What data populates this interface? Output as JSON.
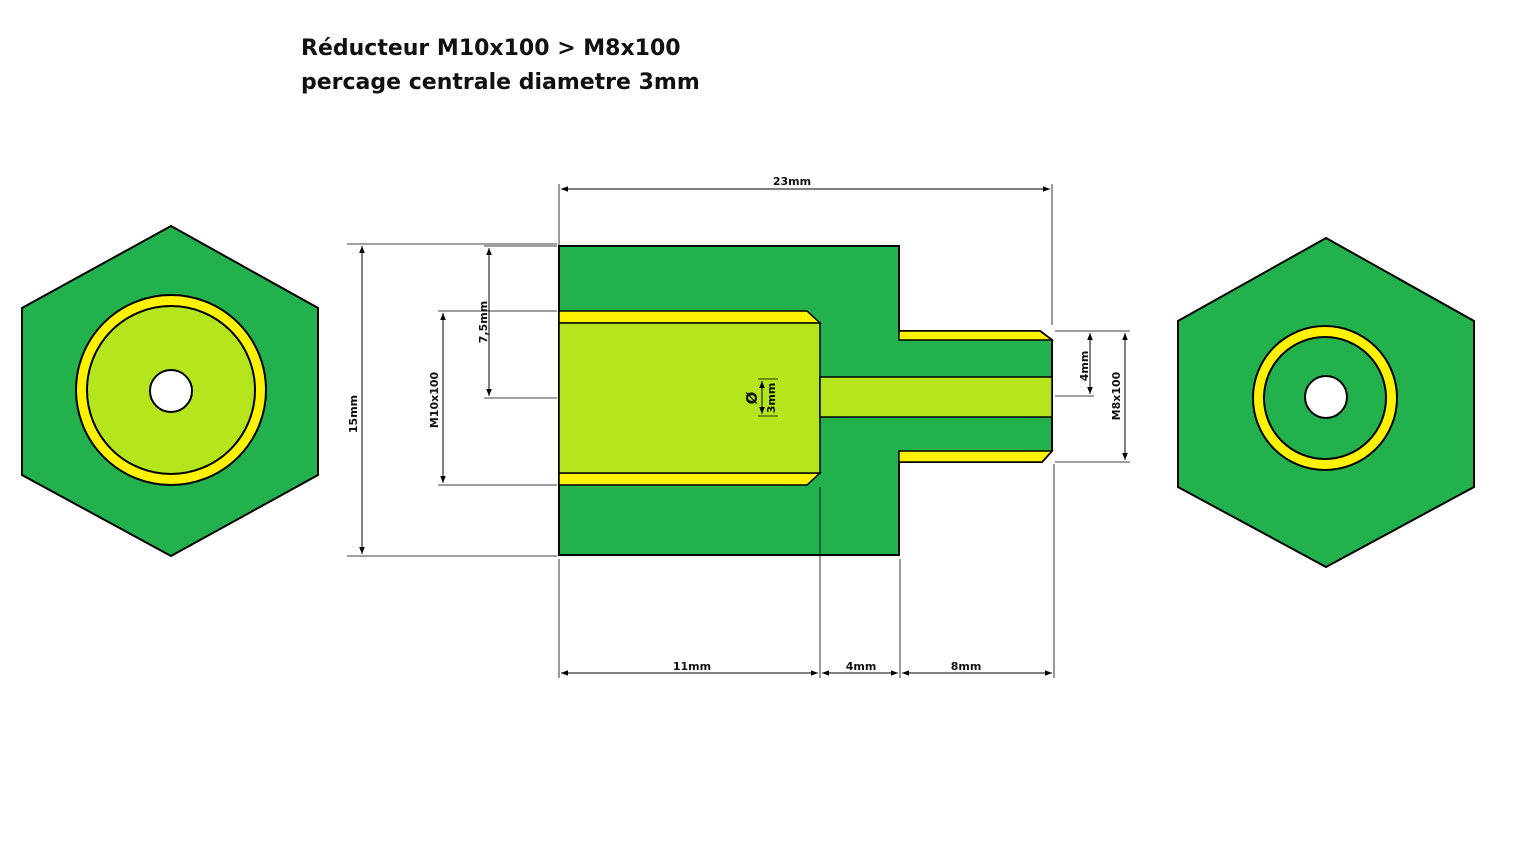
{
  "title": {
    "line1": "Réducteur M10x100 > M8x100",
    "line2": "percage centrale diametre 3mm"
  },
  "dimensions": {
    "overall_length": "23mm",
    "height": "15mm",
    "thread_large": "M10x100",
    "thread_small": "M8x100",
    "bore_depth_label": "7,5mm",
    "pin_label": "4mm",
    "hole_symbol": "Ø",
    "hole_diameter": "3mm",
    "segment_1": "11mm",
    "segment_2": "4mm",
    "segment_3": "8mm"
  },
  "colors": {
    "body_green": "#22b14c",
    "thread_yellow": "#fff200",
    "bore_lime": "#b5e61d",
    "hole_white": "#ffffff",
    "outline": "#000000"
  }
}
